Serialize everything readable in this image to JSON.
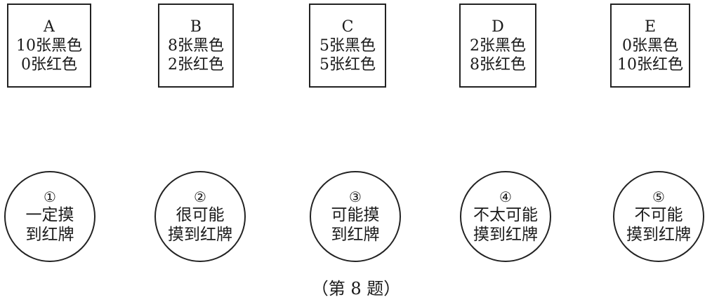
{
  "boxes": [
    {
      "label": "A",
      "black": "10张黑色",
      "red": "0张红色"
    },
    {
      "label": "B",
      "black": "8张黑色",
      "red": "2张红色"
    },
    {
      "label": "C",
      "black": "5张黑色",
      "red": "5张红色"
    },
    {
      "label": "D",
      "black": "2张黑色",
      "red": "8张红色"
    },
    {
      "label": "E",
      "black": "0张黑色",
      "red": "10张红色"
    }
  ],
  "circles": [
    {
      "num": "①",
      "line1": "一定摸",
      "line2": "到红牌"
    },
    {
      "num": "②",
      "line1": "很可能",
      "line2": "摸到红牌"
    },
    {
      "num": "③",
      "line1": "可能摸",
      "line2": "到红牌"
    },
    {
      "num": "④",
      "line1": "不太可能",
      "line2": "摸到红牌"
    },
    {
      "num": "⑤",
      "line1": "不可能",
      "line2": "摸到红牌"
    }
  ],
  "caption": "（第 8 题）"
}
